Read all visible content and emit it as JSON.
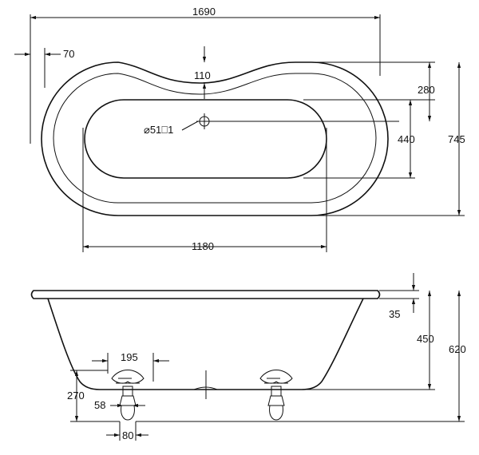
{
  "top_view": {
    "overall_length": "1690",
    "rim_width": "70",
    "waist_inset": "110",
    "inner_offset": "280",
    "inner_width": "440",
    "overall_width": "745",
    "inner_length": "1180",
    "waste_label": "⌀51⎕1"
  },
  "side_view": {
    "rim_height": "35",
    "basin_height": "450",
    "overall_height": "620",
    "foot_height": "270",
    "foot_spacing": "195",
    "foot_depth": "58",
    "foot_width": "80"
  },
  "colors": {
    "line": "#111111",
    "background": "#ffffff"
  }
}
